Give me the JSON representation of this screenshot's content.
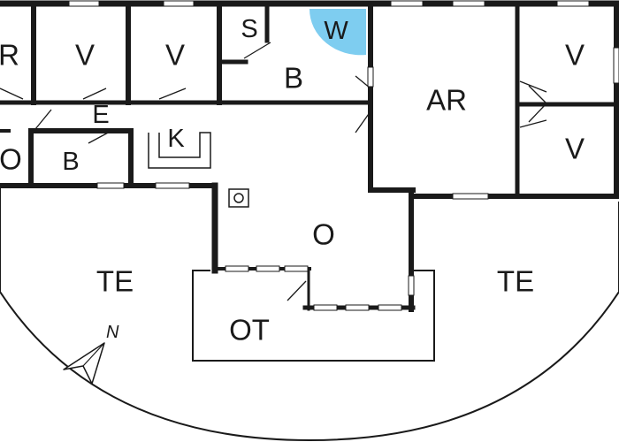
{
  "labels": {
    "r": "R",
    "v1": "V",
    "v2": "V",
    "s": "S",
    "w": "W",
    "b_top": "B",
    "ar": "AR",
    "v3": "V",
    "v4": "V",
    "e": "E",
    "k": "K",
    "o_left": "O",
    "b_small": "B",
    "o_main": "O",
    "te_left": "TE",
    "te_right": "TE",
    "ot": "OT",
    "north": "N"
  },
  "colors": {
    "wall": "#1a1a1a",
    "shower": "#7ecdf0",
    "background": "#ffffff"
  }
}
